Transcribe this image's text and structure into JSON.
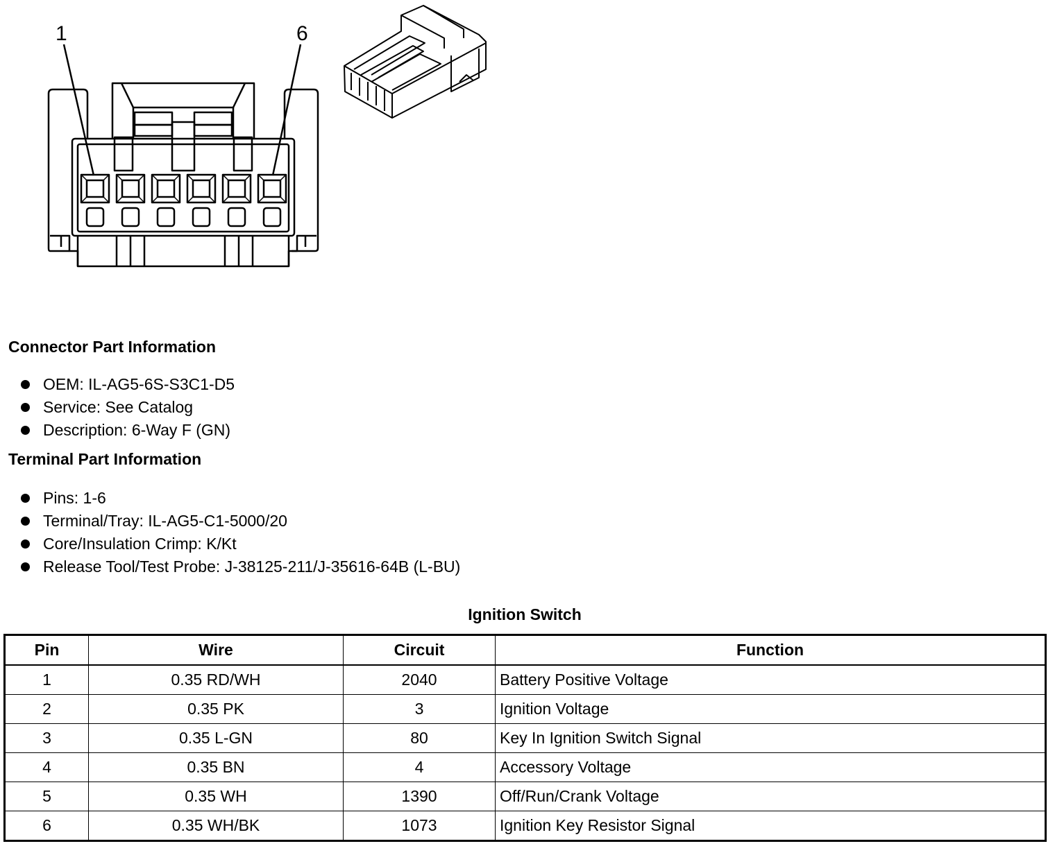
{
  "diagram": {
    "pin_labels": [
      "1",
      "6"
    ]
  },
  "connector_info": {
    "heading": "Connector Part Information",
    "items": [
      "OEM: IL-AG5-6S-S3C1-D5",
      "Service: See Catalog",
      "Description: 6-Way F (GN)"
    ]
  },
  "terminal_info": {
    "heading": "Terminal Part Information",
    "items": [
      "Pins: 1-6",
      "Terminal/Tray: IL-AG5-C1-5000/20",
      "Core/Insulation Crimp: K/Kt",
      "Release Tool/Test Probe: J-38125-211/J-35616-64B (L-BU)"
    ]
  },
  "table": {
    "title": "Ignition Switch",
    "headers": [
      "Pin",
      "Wire",
      "Circuit",
      "Function"
    ],
    "rows": [
      [
        "1",
        "0.35 RD/WH",
        "2040",
        "Battery Positive Voltage"
      ],
      [
        "2",
        "0.35 PK",
        "3",
        "Ignition Voltage"
      ],
      [
        "3",
        "0.35 L-GN",
        "80",
        "Key In Ignition Switch Signal"
      ],
      [
        "4",
        "0.35 BN",
        "4",
        "Accessory Voltage"
      ],
      [
        "5",
        "0.35 WH",
        "1390",
        "Off/Run/Crank Voltage"
      ],
      [
        "6",
        "0.35 WH/BK",
        "1073",
        "Ignition Key Resistor Signal"
      ]
    ]
  }
}
